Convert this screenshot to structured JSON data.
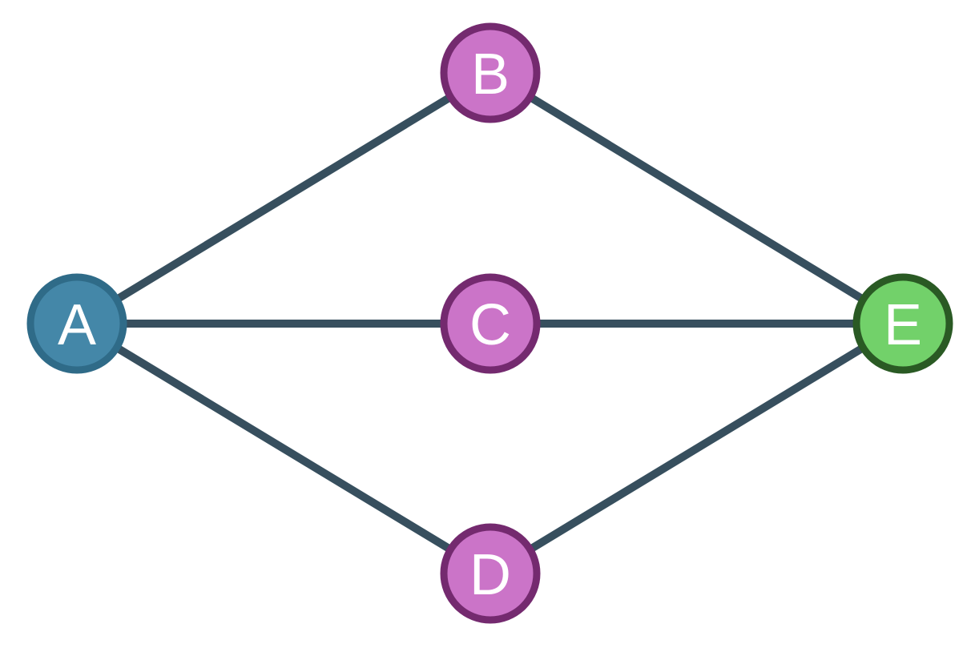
{
  "diagram": {
    "type": "undirected-graph",
    "edge_color": "#374f5e",
    "nodes": [
      {
        "id": "A",
        "label": "A",
        "fill": "#4487a8",
        "stroke": "#2f6b88"
      },
      {
        "id": "B",
        "label": "B",
        "fill": "#cb74c8",
        "stroke": "#742a6f"
      },
      {
        "id": "C",
        "label": "C",
        "fill": "#cb74c8",
        "stroke": "#742a6f"
      },
      {
        "id": "D",
        "label": "D",
        "fill": "#cb74c8",
        "stroke": "#742a6f"
      },
      {
        "id": "E",
        "label": "E",
        "fill": "#72d16a",
        "stroke": "#2a5a24"
      }
    ],
    "edges": [
      {
        "from": "A",
        "to": "B"
      },
      {
        "from": "A",
        "to": "C"
      },
      {
        "from": "A",
        "to": "D"
      },
      {
        "from": "B",
        "to": "E"
      },
      {
        "from": "C",
        "to": "E"
      },
      {
        "from": "D",
        "to": "E"
      }
    ]
  }
}
